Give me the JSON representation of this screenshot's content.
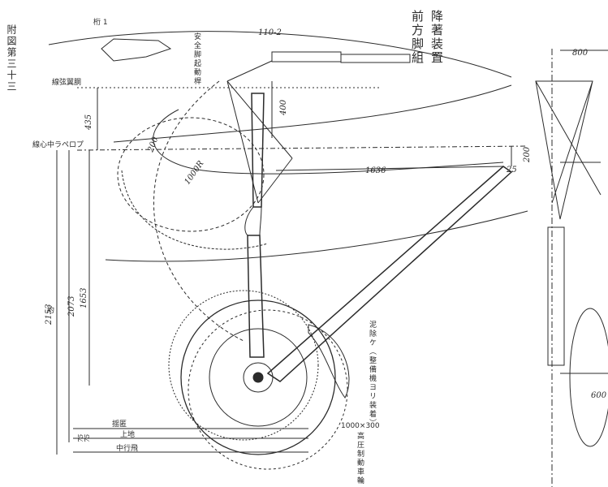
{
  "title": {
    "col1": "降著装置",
    "col2": "前方脚組"
  },
  "appendix": "附図第三十三",
  "labels": {
    "wing_ref": "桁 1",
    "safety_lever": "安全脚起動桿",
    "wing_chord": "線弦翼胴",
    "prop_axis": "線心中ラペロプ",
    "mudguard": "泥除ケ（整備機ヨリ装着）",
    "wheel_size": "1000×300",
    "wheel_type": "高圧制動車輪",
    "level_ground": "揺匿",
    "on_ground": "上地",
    "in_flight": "中行飛",
    "approx": "約"
  },
  "dimensions": {
    "d1": "110-2",
    "d2": "800",
    "d3": "435",
    "d4": "400",
    "d5": "200",
    "d6": "1000R",
    "d7": "1636",
    "d8": "200",
    "d9": "25",
    "d10": "2153",
    "d11": "2073",
    "d12": "1653",
    "d13": "75",
    "d14": "75",
    "d15": "600"
  },
  "colors": {
    "ink": "#2b2b2b",
    "paper": "#ffffff"
  }
}
